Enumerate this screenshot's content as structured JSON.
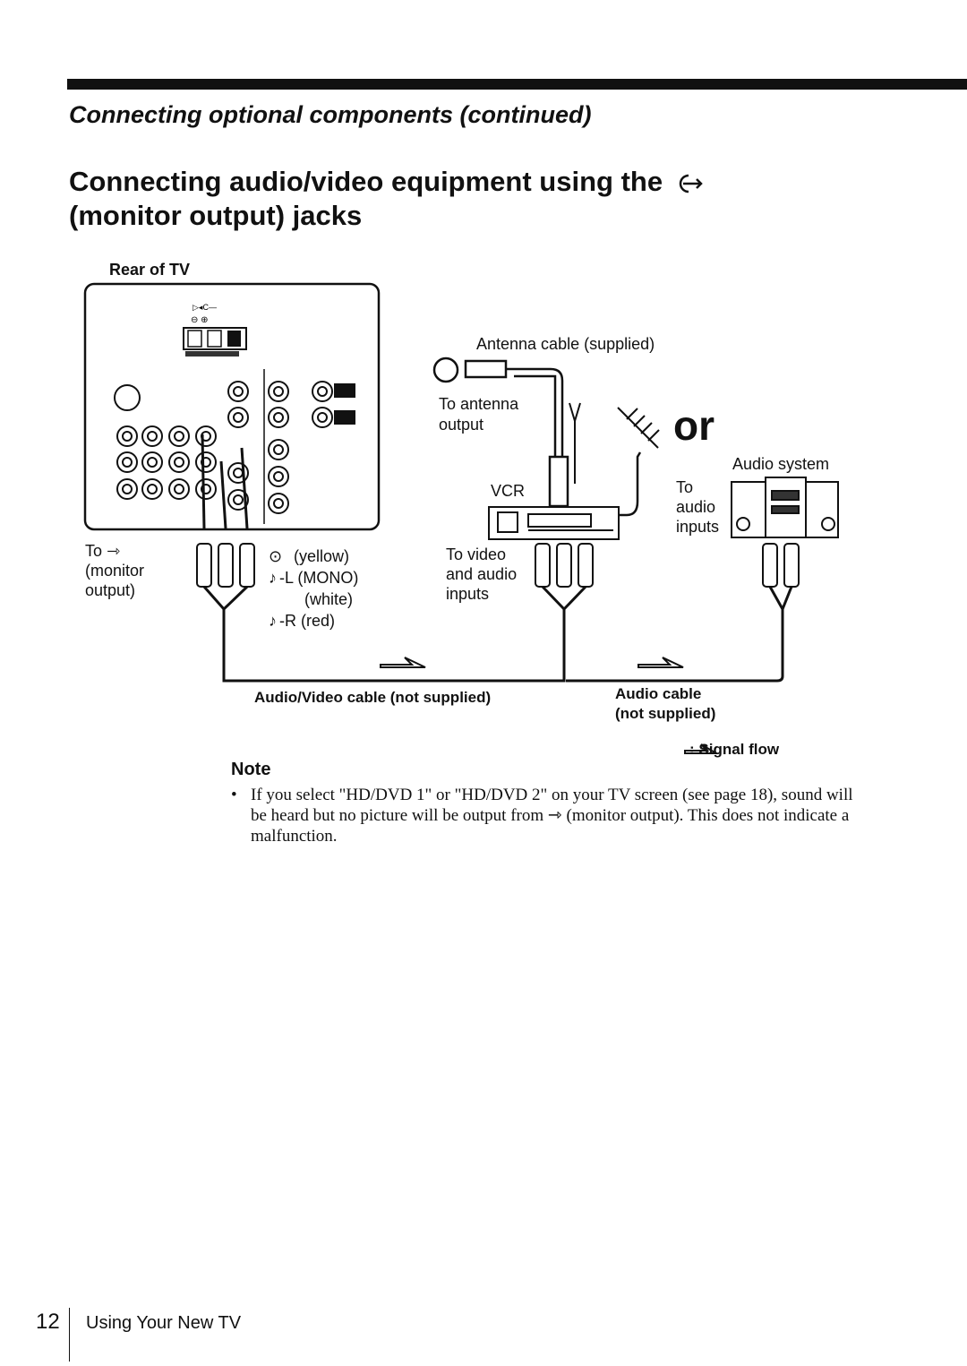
{
  "header": {
    "section_title": "Connecting optional components (continued)",
    "title_line1": "Connecting audio/video equipment using the",
    "title_line2": "(monitor output) jacks",
    "monitor_output_icon": "monitor-output-icon"
  },
  "diagram": {
    "rear_of_tv": "Rear of TV",
    "antenna_cable": "Antenna cable (supplied)",
    "to_antenna": "To antenna",
    "output": "output",
    "vcr": "VCR",
    "or": "or",
    "audio_system": "Audio system",
    "to": "To",
    "audio": "audio",
    "inputs": "inputs",
    "to_monitor_line1": "To",
    "to_monitor_line2": "(monitor",
    "to_monitor_line3": "output)",
    "yellow": "(yellow)",
    "mono": "-L (MONO)",
    "white": "(white)",
    "red": "-R (red)",
    "to_video": "To video",
    "and_audio": "and audio",
    "inputs2": "inputs",
    "av_cable": "Audio/Video cable (not supplied)",
    "audio_cable_line1": "Audio cable",
    "audio_cable_line2": "(not supplied)",
    "signal_flow": ": Signal flow"
  },
  "note": {
    "heading": "Note",
    "bullet": "•",
    "text": "If you select \"HD/DVD 1\" or \"HD/DVD 2\" on your TV screen (see page 18), sound will be heard but no picture will be output from ⇾ (monitor output). This does not indicate a malfunction."
  },
  "footer": {
    "page_number": "12",
    "section": "Using Your New TV"
  }
}
